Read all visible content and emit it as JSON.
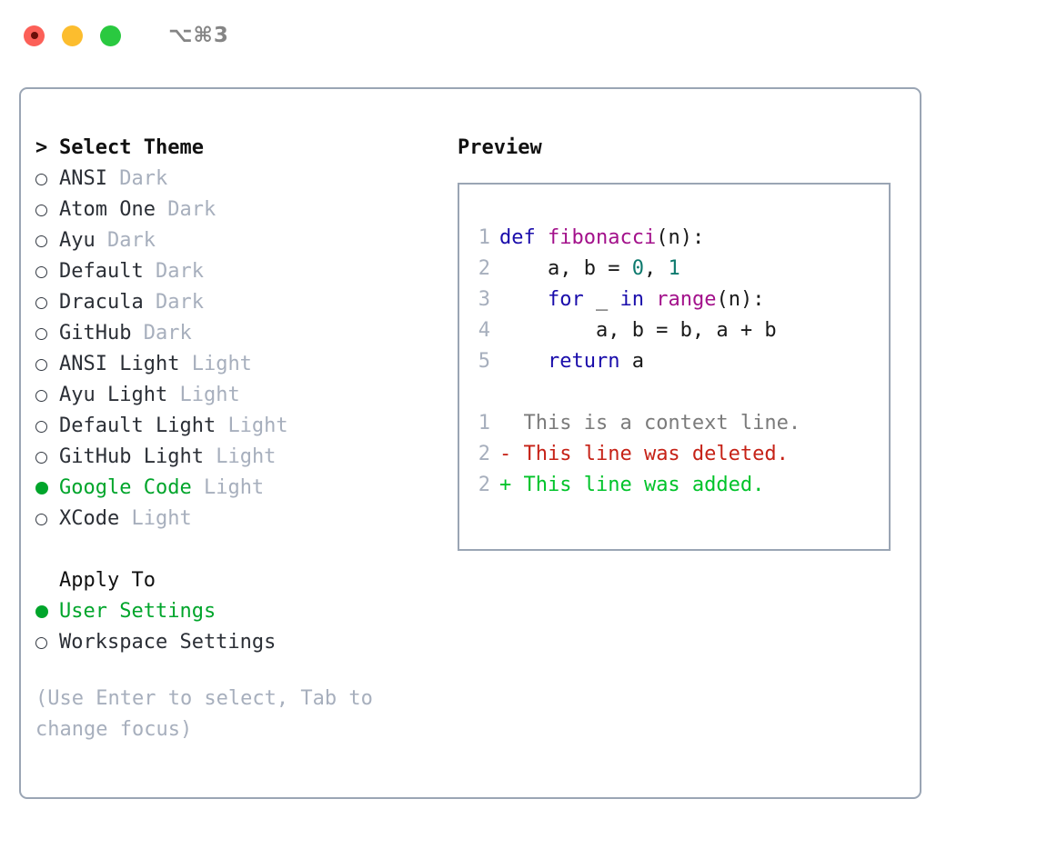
{
  "titlebar": {
    "shortcut": "⌥⌘3",
    "lights": [
      {
        "name": "close",
        "color": "#fc6058"
      },
      {
        "name": "minimize",
        "color": "#fcbd2e"
      },
      {
        "name": "maximize",
        "color": "#2ac940"
      }
    ]
  },
  "theme_picker": {
    "heading": "Select Theme",
    "caret": ">",
    "selected_color": "#00a52b",
    "muted_color": "#a7afbd",
    "items": [
      {
        "name": "ANSI",
        "mode": "Dark",
        "selected": false
      },
      {
        "name": "Atom One",
        "mode": "Dark",
        "selected": false
      },
      {
        "name": "Ayu",
        "mode": "Dark",
        "selected": false
      },
      {
        "name": "Default",
        "mode": "Dark",
        "selected": false
      },
      {
        "name": "Dracula",
        "mode": "Dark",
        "selected": false
      },
      {
        "name": "GitHub",
        "mode": "Dark",
        "selected": false
      },
      {
        "name": "ANSI Light",
        "mode": "Light",
        "selected": false
      },
      {
        "name": "Ayu Light",
        "mode": "Light",
        "selected": false
      },
      {
        "name": "Default Light",
        "mode": "Light",
        "selected": false
      },
      {
        "name": "GitHub Light",
        "mode": "Light",
        "selected": false
      },
      {
        "name": "Google Code",
        "mode": "Light",
        "selected": true
      },
      {
        "name": "XCode",
        "mode": "Light",
        "selected": false
      }
    ]
  },
  "apply_to": {
    "heading": "Apply To",
    "options": [
      {
        "label": "User Settings",
        "selected": true
      },
      {
        "label": "Workspace Settings",
        "selected": false
      }
    ]
  },
  "hint": "(Use Enter to select, Tab to change focus)",
  "preview": {
    "heading": "Preview",
    "code_lines": [
      {
        "number": "1",
        "tokens": [
          {
            "text": "def ",
            "type": "kw"
          },
          {
            "text": "fibonacci",
            "type": "fn"
          },
          {
            "text": "(n):",
            "type": "pl"
          }
        ]
      },
      {
        "number": "2",
        "tokens": [
          {
            "text": "    a, b = ",
            "type": "pl"
          },
          {
            "text": "0",
            "type": "num"
          },
          {
            "text": ", ",
            "type": "pl"
          },
          {
            "text": "1",
            "type": "num"
          }
        ]
      },
      {
        "number": "3",
        "tokens": [
          {
            "text": "    ",
            "type": "pl"
          },
          {
            "text": "for",
            "type": "kw"
          },
          {
            "text": " _ ",
            "type": "pl"
          },
          {
            "text": "in",
            "type": "kw"
          },
          {
            "text": " ",
            "type": "pl"
          },
          {
            "text": "range",
            "type": "fn"
          },
          {
            "text": "(n):",
            "type": "pl"
          }
        ]
      },
      {
        "number": "4",
        "tokens": [
          {
            "text": "        a, b = b, a + b",
            "type": "pl"
          }
        ]
      },
      {
        "number": "5",
        "tokens": [
          {
            "text": "    ",
            "type": "pl"
          },
          {
            "text": "return",
            "type": "kw"
          },
          {
            "text": " a",
            "type": "pl"
          }
        ]
      }
    ],
    "diff_lines": [
      {
        "number": "1",
        "marker": " ",
        "text": " This is a context line.",
        "kind": "ctx"
      },
      {
        "number": "2",
        "marker": "-",
        "text": " This line was deleted.",
        "kind": "del"
      },
      {
        "number": "2",
        "marker": "+",
        "text": " This line was added.",
        "kind": "add"
      }
    ],
    "colors": {
      "keyword": "#1a0dab",
      "function": "#a3118b",
      "number": "#0e7a6e",
      "plain": "#1a1a1a",
      "lineno": "#a7afbd",
      "diff_context": "#7b7b7b",
      "diff_deleted": "#c62217",
      "diff_added": "#00c32a"
    }
  }
}
